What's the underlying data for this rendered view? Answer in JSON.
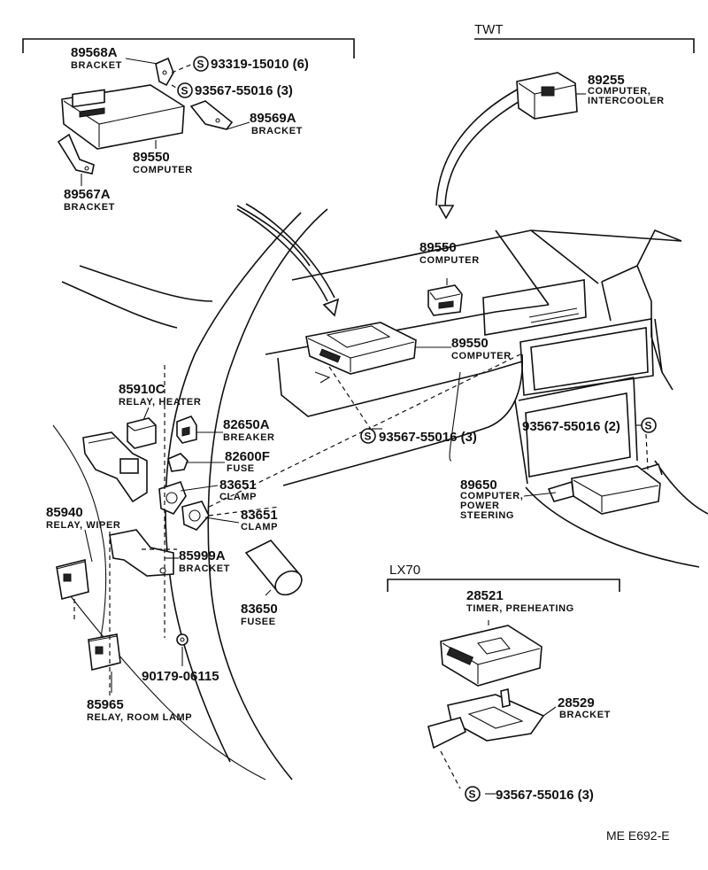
{
  "sections": {
    "twt": "TWT",
    "lx70": "LX70"
  },
  "parts": {
    "p89568A": {
      "number": "89568A",
      "name": "BRACKET"
    },
    "s93319": {
      "symbol": "S",
      "text": "93319-15010 (6)"
    },
    "s93567_top": {
      "symbol": "S",
      "text": "93567-55016 (3)"
    },
    "p89569A": {
      "number": "89569A",
      "name": "BRACKET"
    },
    "p89550_top": {
      "number": "89550",
      "name": "COMPUTER"
    },
    "p89567A": {
      "number": "89567A",
      "name": "BRACKET"
    },
    "p89255": {
      "number": "89255",
      "name1": "COMPUTER,",
      "name2": "INTERCOOLER"
    },
    "p89550_mid": {
      "number": "89550",
      "name": "COMPUTER"
    },
    "p89550_dash": {
      "number": "89550",
      "name": "COMPUTER"
    },
    "p85910C": {
      "number": "85910C",
      "name": "RELAY, HEATER"
    },
    "p82650A": {
      "number": "82650A",
      "name": "BREAKER"
    },
    "p82600F": {
      "number": "82600F",
      "name": "FUSE"
    },
    "p83651_a": {
      "number": "83651",
      "name": "CLAMP"
    },
    "p83651_b": {
      "number": "83651",
      "name": "CLAMP"
    },
    "s93567_mid": {
      "symbol": "S",
      "text": "93567-55016 (3)"
    },
    "s93567_right": {
      "symbol": "S",
      "text": "93567-55016 (2)"
    },
    "p89650": {
      "number": "89650",
      "name1": "COMPUTER,",
      "name2": "POWER",
      "name3": "STEERING"
    },
    "p85940": {
      "number": "85940",
      "name": "RELAY, WIPER"
    },
    "p85999A": {
      "number": "85999A",
      "name": "BRACKET"
    },
    "p83650": {
      "number": "83650",
      "name": "FUSEE"
    },
    "p90179": {
      "number": "90179-06115"
    },
    "p85965": {
      "number": "85965",
      "name": "RELAY, ROOM LAMP"
    },
    "p28521": {
      "number": "28521",
      "name": "TIMER, PREHEATING"
    },
    "p28529": {
      "number": "28529",
      "name": "BRACKET"
    },
    "s93567_bottom": {
      "symbol": "S",
      "text": "93567-55016 (3)"
    }
  },
  "footer": {
    "code": "ME  E692-E"
  }
}
